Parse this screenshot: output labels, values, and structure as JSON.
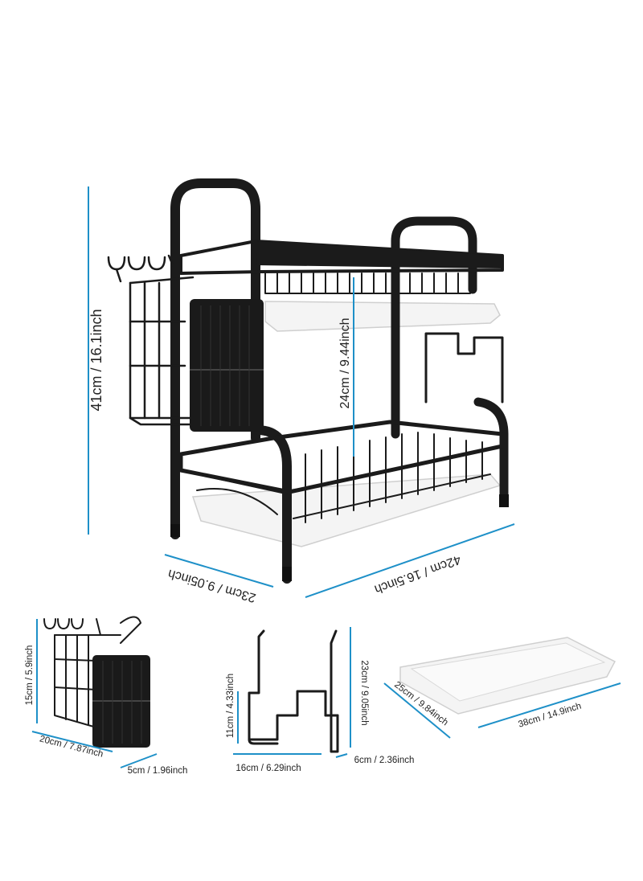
{
  "colors": {
    "dimension_line": "#1e90c8",
    "rack": "#1b1b1b",
    "tray": "#f4f4f4",
    "background": "#ffffff"
  },
  "main_rack": {
    "height_label": "41cm / 16.1inch",
    "tier_gap_label": "24cm / 9.44inch",
    "depth_label": "23cm / 9.05inch",
    "width_label": "42cm / 16.5inch"
  },
  "utensil_holder": {
    "height_label": "15cm / 5.9inch",
    "width_label": "20cm / 7.87inch",
    "depth_label": "5cm / 1.96inch"
  },
  "board_holder": {
    "height_label": "23cm / 9.05inch",
    "base_height_label": "11cm / 4.33inch",
    "width_label": "16cm / 6.29inch",
    "depth_label": "6cm / 2.36inch"
  },
  "drip_tray": {
    "depth_label": "25cm / 9.84inch",
    "width_label": "38cm / 14.9inch"
  }
}
